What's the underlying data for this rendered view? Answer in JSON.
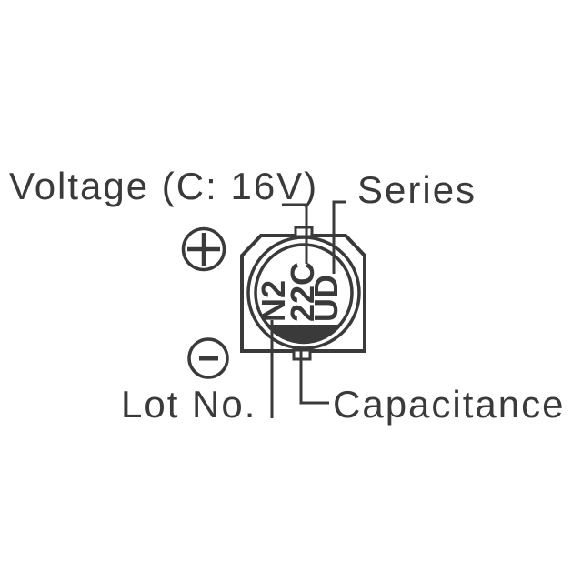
{
  "labels": {
    "voltage": "Voltage (C: 16V)",
    "series": "Series",
    "lot_no": "Lot No.",
    "capacitance": "Capacitance"
  },
  "marking": {
    "lot_code": "N2",
    "capacitance_voltage_code": "22C",
    "series_code": "UD"
  },
  "polarity": {
    "positive_symbol": "+",
    "negative_symbol": "-"
  },
  "colors": {
    "ink": "#3a3a3a",
    "background": "#ffffff"
  }
}
